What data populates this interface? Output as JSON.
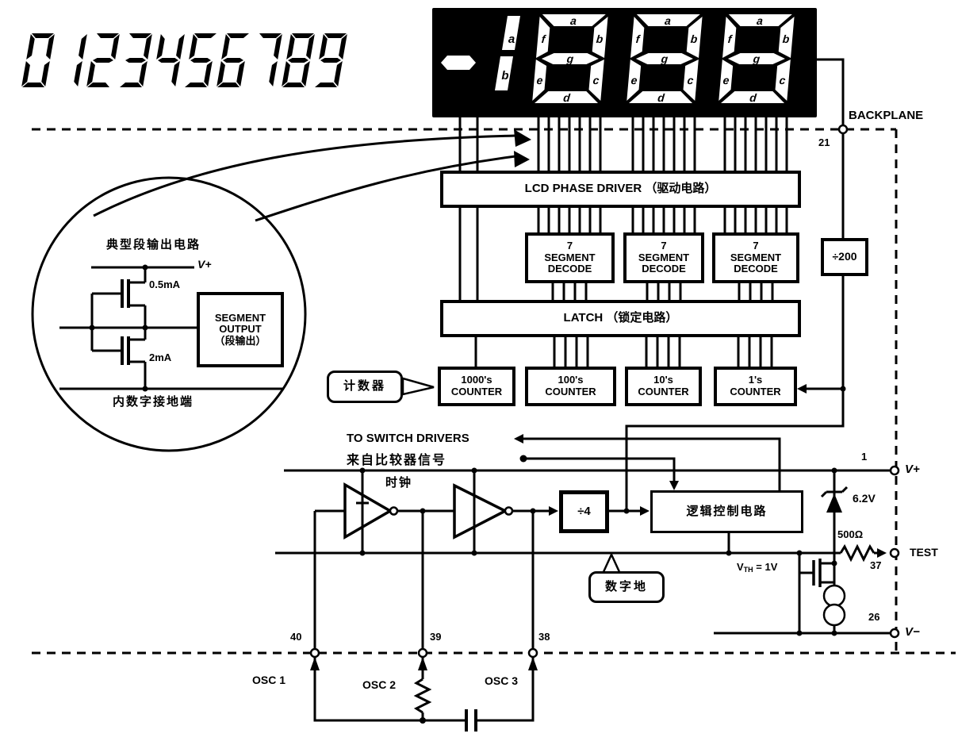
{
  "lcd_font_sample": {
    "digits": "0123456789"
  },
  "display": {
    "segment_labels": [
      "a",
      "f",
      "b",
      "g",
      "e",
      "c",
      "d"
    ],
    "half_digit_labels": [
      "a",
      "b"
    ],
    "backplane": {
      "label": "BACKPLANE",
      "pin": "21"
    }
  },
  "blocks": {
    "phase_driver": "LCD PHASE DRIVER （驱动电路）",
    "segment_decode": {
      "line1": "7",
      "line2": "SEGMENT",
      "line3": "DECODE"
    },
    "latch": "LATCH （锁定电路）",
    "counters": [
      {
        "line1": "1000's",
        "line2": "COUNTER"
      },
      {
        "line1": "100's",
        "line2": "COUNTER"
      },
      {
        "line1": "10's",
        "line2": "COUNTER"
      },
      {
        "line1": "1's",
        "line2": "COUNTER"
      }
    ],
    "div200": "÷200",
    "div4": "÷4",
    "logic_control": "逻辑控制电路"
  },
  "callouts": {
    "counter": "计数器",
    "digital_ground": "数字地"
  },
  "signals": {
    "to_switch_drivers": "TO SWITCH DRIVERS",
    "from_comparator": "来自比较器信号",
    "clock": "时钟"
  },
  "pins": {
    "v_plus": {
      "number": "1",
      "label": "V+"
    },
    "test": {
      "number": "37",
      "label": "TEST"
    },
    "v_minus": {
      "number": "26",
      "label": "V−"
    },
    "osc1": {
      "number": "40",
      "label": "OSC 1"
    },
    "osc2": {
      "number": "39",
      "label": "OSC 2"
    },
    "osc3": {
      "number": "38",
      "label": "OSC 3"
    }
  },
  "components": {
    "zener": "6.2V",
    "test_resistor": "500Ω",
    "vth": {
      "base": "V",
      "sub": "TH",
      "rest": " = 1V"
    }
  },
  "inset": {
    "title": "典型段输出电路",
    "v_plus": "V+",
    "source_current": "0.5mA",
    "sink_current": "2mA",
    "box": {
      "line1": "SEGMENT",
      "line2": "OUTPUT",
      "line3": "（段输出）"
    },
    "ground": "内数字接地端"
  },
  "colors": {
    "ink": "#000000",
    "paper": "#ffffff"
  }
}
